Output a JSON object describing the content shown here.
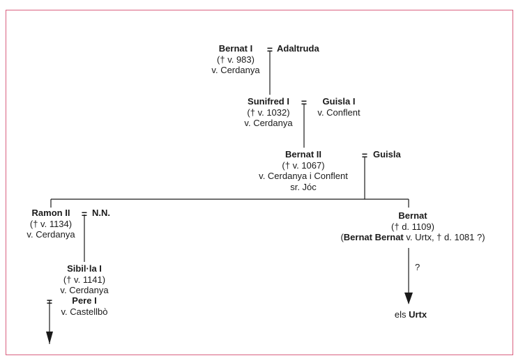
{
  "marriage_symbol": "=",
  "persons": {
    "bernat1": {
      "name": "Bernat I",
      "death": "(† v. 983)",
      "title": "v. Cerdanya"
    },
    "adaltruda": {
      "name": "Adaltruda"
    },
    "sunifred1": {
      "name": "Sunifred I",
      "death": "(† v. 1032)",
      "title": "v. Cerdanya"
    },
    "guisla1": {
      "name": "Guisla I",
      "title": "v. Conflent"
    },
    "bernat2": {
      "name": "Bernat II",
      "death": "(† v. 1067)",
      "title": "v. Cerdanya i Conflent",
      "title2": "sr. Jóc"
    },
    "guisla": {
      "name": "Guisla"
    },
    "ramon2": {
      "name": "Ramon II",
      "death": "(† v. 1134)",
      "title": "v. Cerdanya"
    },
    "nn": {
      "name": "N.N."
    },
    "bernat": {
      "name": "Bernat",
      "death": "(† d. 1109)",
      "note_open": "(",
      "note_bold": "Bernat Bernat",
      "note_rest": " v. Urtx, † d. 1081 ?)"
    },
    "sibilla1": {
      "name": "Sibil·la I",
      "death": "(† v. 1141)",
      "title": "v. Cerdanya"
    },
    "pere1": {
      "name": "Pere I",
      "title": "v. Castellbò"
    }
  },
  "uncertain_mark": "?",
  "descendants": {
    "prefix": "els ",
    "name": "Urtx"
  }
}
